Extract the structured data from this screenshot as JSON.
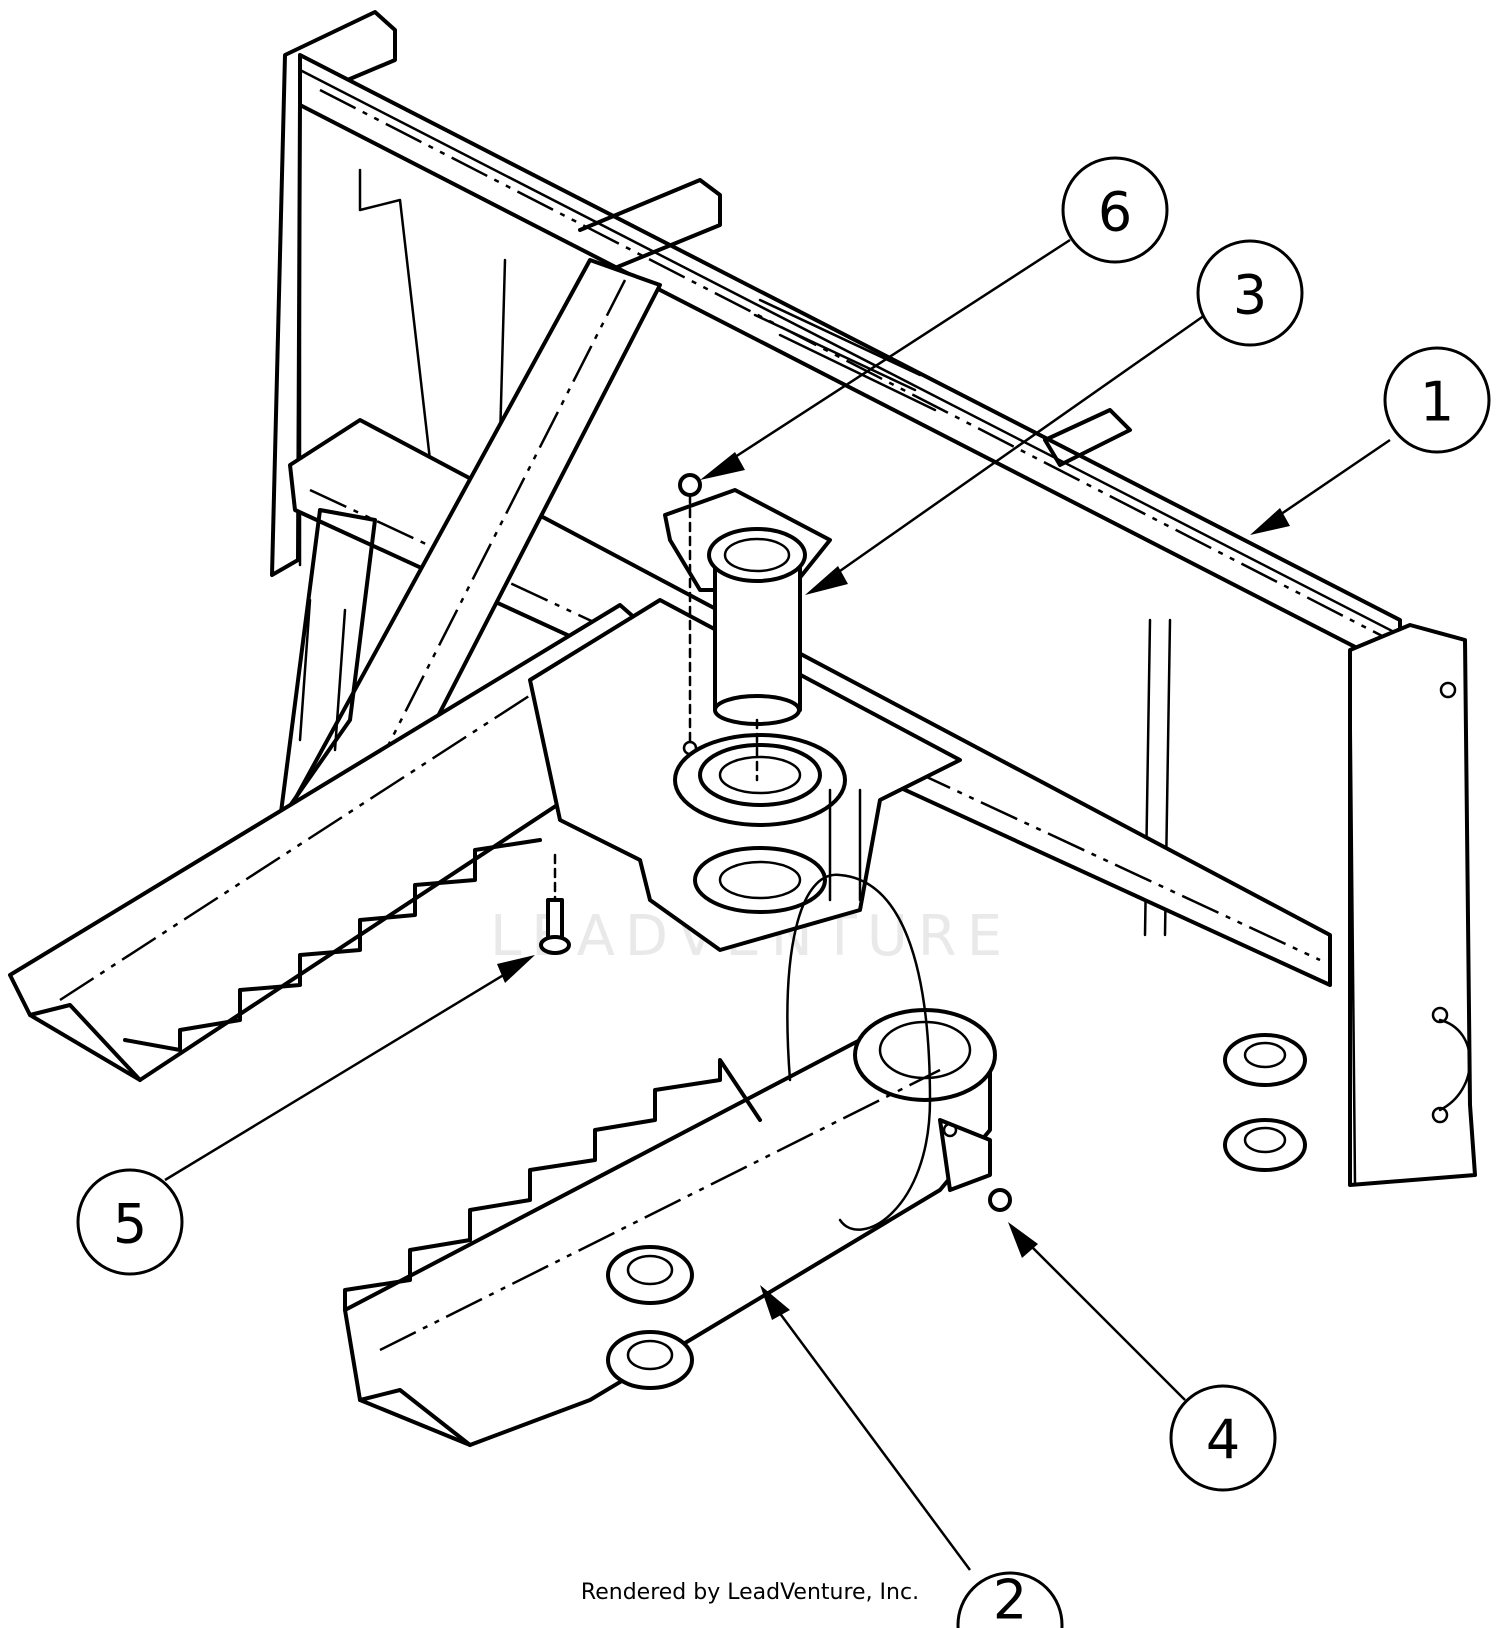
{
  "diagram": {
    "callouts": [
      {
        "label": "1",
        "part": "frame"
      },
      {
        "label": "2",
        "part": "lower-jaw-arm"
      },
      {
        "label": "3",
        "part": "pivot-bushing"
      },
      {
        "label": "4",
        "part": "nut"
      },
      {
        "label": "5",
        "part": "bolt"
      },
      {
        "label": "6",
        "part": "grease-fitting"
      }
    ],
    "watermark": "LEADVENTURE",
    "footer": "Rendered by LeadVenture, Inc."
  }
}
